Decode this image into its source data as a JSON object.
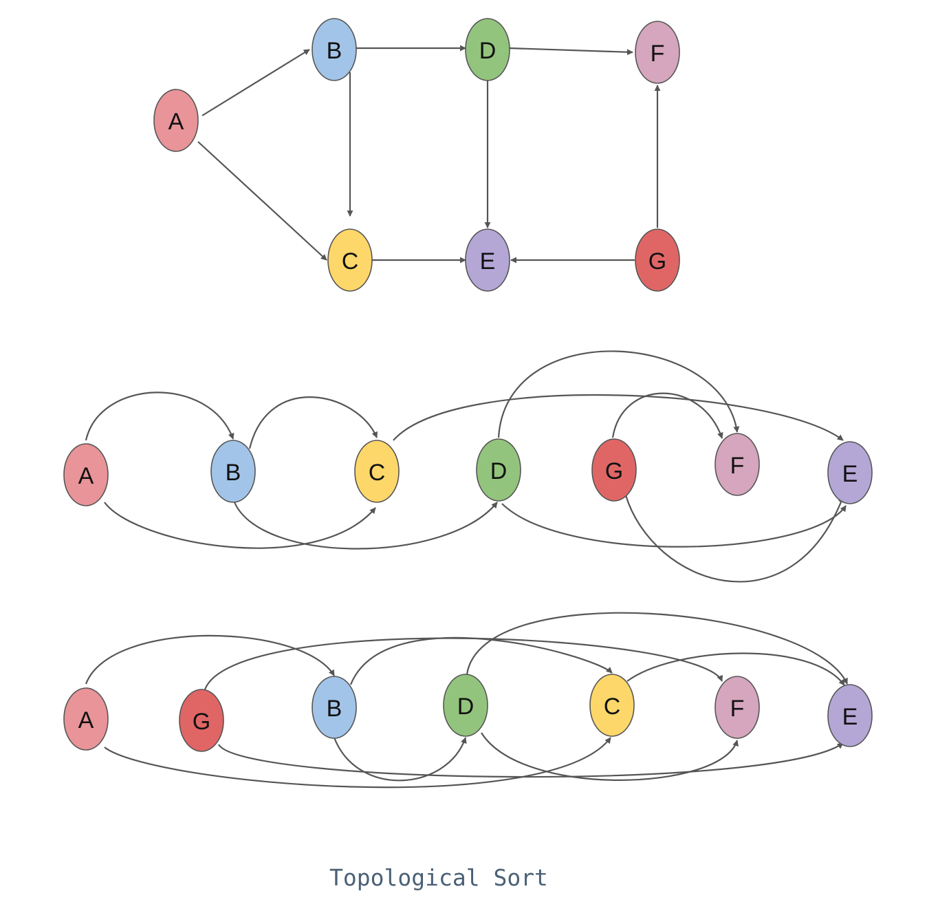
{
  "caption": "Topological Sort",
  "colors": {
    "A": "#e89498",
    "B": "#a2c4e8",
    "C": "#fdd76a",
    "D": "#93c47d",
    "E": "#b4a7d6",
    "F": "#d5a6bd",
    "G": "#e06666",
    "stroke": "#555555"
  },
  "graphs": [
    {
      "id": "original-graph",
      "nodes": [
        "A",
        "B",
        "C",
        "D",
        "E",
        "F",
        "G"
      ],
      "edges": [
        [
          "A",
          "B"
        ],
        [
          "A",
          "C"
        ],
        [
          "B",
          "C"
        ],
        [
          "B",
          "D"
        ],
        [
          "C",
          "E"
        ],
        [
          "D",
          "E"
        ],
        [
          "D",
          "F"
        ],
        [
          "G",
          "E"
        ],
        [
          "G",
          "F"
        ]
      ]
    },
    {
      "id": "topological-order-1",
      "order": [
        "A",
        "B",
        "C",
        "D",
        "G",
        "F",
        "E"
      ],
      "edges": [
        [
          "A",
          "B"
        ],
        [
          "A",
          "C"
        ],
        [
          "B",
          "C"
        ],
        [
          "B",
          "D"
        ],
        [
          "C",
          "E"
        ],
        [
          "D",
          "E"
        ],
        [
          "D",
          "F"
        ],
        [
          "G",
          "E"
        ],
        [
          "G",
          "F"
        ]
      ]
    },
    {
      "id": "topological-order-2",
      "order": [
        "A",
        "G",
        "B",
        "D",
        "C",
        "F",
        "E"
      ],
      "edges": [
        [
          "A",
          "B"
        ],
        [
          "A",
          "C"
        ],
        [
          "B",
          "C"
        ],
        [
          "B",
          "D"
        ],
        [
          "C",
          "E"
        ],
        [
          "D",
          "E"
        ],
        [
          "D",
          "F"
        ],
        [
          "G",
          "E"
        ],
        [
          "G",
          "F"
        ]
      ]
    }
  ]
}
